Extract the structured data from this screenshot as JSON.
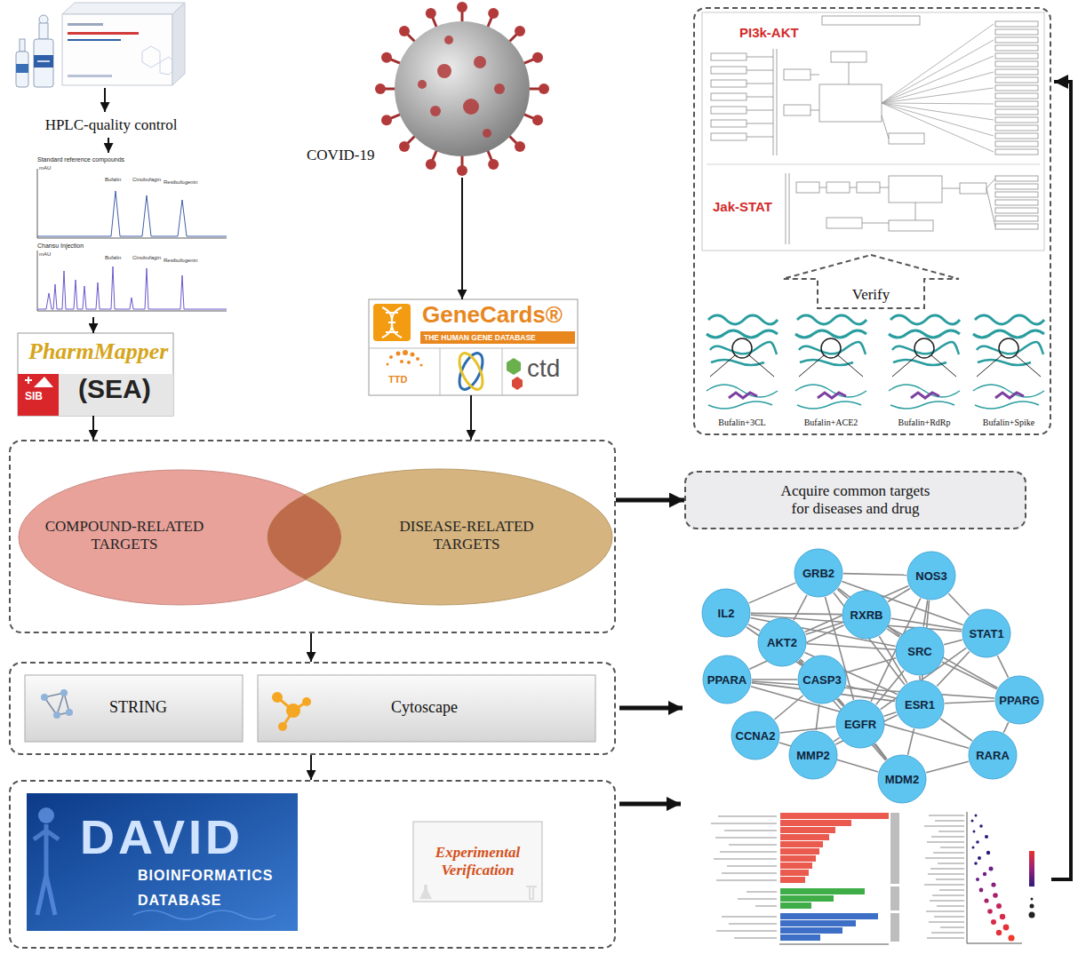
{
  "diagram": {
    "nodes": [
      {
        "text": [
          "HPLC-quality control"
        ]
      },
      {
        "text": [
          "Standard reference compounds",
          "Chansu Injection"
        ]
      },
      {
        "text": [
          "PharmMapper",
          "SIB",
          "(SEA)"
        ]
      },
      {
        "text": [
          "COVID-19"
        ]
      },
      {
        "text": [
          "GeneCards®",
          "THE HUMAN GENE DATABASE",
          "TTD",
          "ctd"
        ]
      },
      {
        "text": []
      },
      {
        "text": [
          "PI3k-AKT",
          "Jak-STAT"
        ],
        "in": 5
      },
      {
        "text": [
          "Verify"
        ],
        "in": 5
      },
      {
        "text": [
          "Bufalin+3CL",
          "Bufalin+ACE2",
          "Bufalin+RdRp",
          "Bufalin+Spike"
        ],
        "in": 5
      },
      {
        "text": []
      },
      {
        "text": [
          "COMPOUND-RELATED TARGETS"
        ],
        "in": 9
      },
      {
        "text": [
          "DISEASE-RELATED TARGETS"
        ],
        "in": 9
      },
      {
        "text": [
          "Acquire common targets for diseases and drug"
        ]
      },
      {
        "text": []
      },
      {
        "text": [
          "STRING"
        ],
        "in": 13
      },
      {
        "text": [
          "Cytoscape"
        ],
        "in": 13
      },
      {
        "text": [
          "GRB2"
        ]
      },
      {
        "text": [
          "NOS3"
        ]
      },
      {
        "text": [
          "IL2"
        ]
      },
      {
        "text": [
          "RXRB"
        ]
      },
      {
        "text": [
          "STAT1"
        ]
      },
      {
        "text": [
          "AKT2"
        ]
      },
      {
        "text": [
          "SRC"
        ]
      },
      {
        "text": [
          "PPARA"
        ]
      },
      {
        "text": [
          "CASP3"
        ]
      },
      {
        "text": [
          "ESR1"
        ]
      },
      {
        "text": [
          "PPARG"
        ]
      },
      {
        "text": [
          "EGFR"
        ]
      },
      {
        "text": [
          "CCNA2"
        ]
      },
      {
        "text": [
          "MMP2"
        ]
      },
      {
        "text": [
          "RARA"
        ]
      },
      {
        "text": [
          "MDM2"
        ]
      },
      {
        "text": []
      },
      {
        "text": [
          "DAVID",
          "BIOINFORMATICS",
          "DATABASE"
        ],
        "in": 32
      },
      {
        "text": [
          "Experimental Verification"
        ],
        "in": 32
      }
    ],
    "edges": [
      {
        "from": 0,
        "to": 1,
        "arrow": "to"
      },
      {
        "from": 1,
        "to": 2,
        "arrow": "to"
      },
      {
        "from": 2,
        "to": 9,
        "arrow": "to"
      },
      {
        "from": 3,
        "to": 4,
        "arrow": "to"
      },
      {
        "from": 4,
        "to": 9,
        "arrow": "to"
      },
      {
        "from": 9,
        "to": 12,
        "arrow": "to"
      },
      {
        "from": 9,
        "to": 13,
        "arrow": "to"
      },
      {
        "from": 13,
        "to": 32,
        "arrow": "to"
      },
      {
        "from": 16,
        "to": 17,
        "arrow": "none"
      },
      {
        "from": 16,
        "to": 18,
        "arrow": "none"
      },
      {
        "from": 16,
        "to": 19,
        "arrow": "none"
      },
      {
        "from": 16,
        "to": 21,
        "arrow": "none"
      },
      {
        "from": 16,
        "to": 22,
        "arrow": "none"
      },
      {
        "from": 16,
        "to": 27,
        "arrow": "none"
      },
      {
        "from": 16,
        "to": 25,
        "arrow": "none"
      },
      {
        "from": 16,
        "to": 20,
        "arrow": "none"
      },
      {
        "from": 17,
        "to": 19,
        "arrow": "none"
      },
      {
        "from": 17,
        "to": 22,
        "arrow": "none"
      },
      {
        "from": 17,
        "to": 20,
        "arrow": "none"
      },
      {
        "from": 17,
        "to": 21,
        "arrow": "none"
      },
      {
        "from": 17,
        "to": 27,
        "arrow": "none"
      },
      {
        "from": 17,
        "to": 25,
        "arrow": "none"
      },
      {
        "from": 18,
        "to": 21,
        "arrow": "none"
      },
      {
        "from": 18,
        "to": 19,
        "arrow": "none"
      },
      {
        "from": 18,
        "to": 24,
        "arrow": "none"
      },
      {
        "from": 18,
        "to": 20,
        "arrow": "none"
      },
      {
        "from": 18,
        "to": 22,
        "arrow": "none"
      },
      {
        "from": 19,
        "to": 22,
        "arrow": "none"
      },
      {
        "from": 19,
        "to": 25,
        "arrow": "none"
      },
      {
        "from": 19,
        "to": 26,
        "arrow": "none"
      },
      {
        "from": 19,
        "to": 23,
        "arrow": "none"
      },
      {
        "from": 19,
        "to": 21,
        "arrow": "none"
      },
      {
        "from": 19,
        "to": 20,
        "arrow": "none"
      },
      {
        "from": 20,
        "to": 22,
        "arrow": "none"
      },
      {
        "from": 20,
        "to": 27,
        "arrow": "none"
      },
      {
        "from": 20,
        "to": 25,
        "arrow": "none"
      },
      {
        "from": 20,
        "to": 26,
        "arrow": "none"
      },
      {
        "from": 21,
        "to": 22,
        "arrow": "none"
      },
      {
        "from": 21,
        "to": 24,
        "arrow": "none"
      },
      {
        "from": 21,
        "to": 27,
        "arrow": "none"
      },
      {
        "from": 21,
        "to": 31,
        "arrow": "none"
      },
      {
        "from": 21,
        "to": 25,
        "arrow": "none"
      },
      {
        "from": 22,
        "to": 27,
        "arrow": "none"
      },
      {
        "from": 22,
        "to": 25,
        "arrow": "none"
      },
      {
        "from": 22,
        "to": 24,
        "arrow": "none"
      },
      {
        "from": 22,
        "to": 26,
        "arrow": "none"
      },
      {
        "from": 23,
        "to": 24,
        "arrow": "none"
      },
      {
        "from": 23,
        "to": 26,
        "arrow": "none"
      },
      {
        "from": 23,
        "to": 25,
        "arrow": "none"
      },
      {
        "from": 23,
        "to": 30,
        "arrow": "none"
      },
      {
        "from": 24,
        "to": 27,
        "arrow": "none"
      },
      {
        "from": 24,
        "to": 29,
        "arrow": "none"
      },
      {
        "from": 24,
        "to": 31,
        "arrow": "none"
      },
      {
        "from": 24,
        "to": 25,
        "arrow": "none"
      },
      {
        "from": 25,
        "to": 27,
        "arrow": "none"
      },
      {
        "from": 25,
        "to": 26,
        "arrow": "none"
      },
      {
        "from": 25,
        "to": 31,
        "arrow": "none"
      },
      {
        "from": 25,
        "to": 30,
        "arrow": "none"
      },
      {
        "from": 27,
        "to": 29,
        "arrow": "none"
      },
      {
        "from": 27,
        "to": 31,
        "arrow": "none"
      },
      {
        "from": 27,
        "to": 28,
        "arrow": "none"
      },
      {
        "from": 28,
        "to": 31,
        "arrow": "none"
      },
      {
        "from": 28,
        "to": 24,
        "arrow": "none"
      },
      {
        "from": 29,
        "to": 25,
        "arrow": "none"
      },
      {
        "from": 30,
        "to": 26,
        "arrow": "none"
      },
      {
        "from": 31,
        "to": 30,
        "arrow": "none"
      }
    ],
    "labels": [
      "mAU",
      "Bufalin",
      "Cinobufagin",
      "Resibufogenin",
      "mAU",
      "Bufalin",
      "Cinobufagin",
      "Resibufogenin"
    ]
  }
}
